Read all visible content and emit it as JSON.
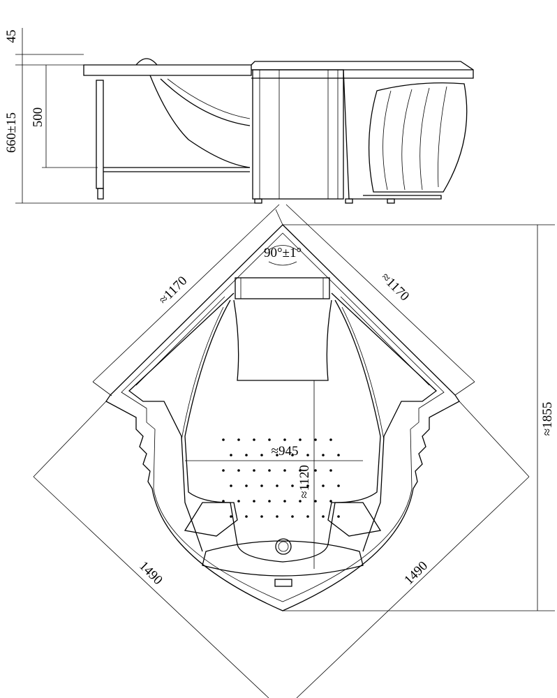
{
  "side_view": {
    "dim_rim": "45",
    "dim_seat": "500",
    "dim_height": "660±15"
  },
  "top_view": {
    "dim_side_left": "≈1170",
    "dim_side_right": "≈1170",
    "dim_angle": "90°±1°",
    "dim_inner_width": "≈945",
    "dim_inner_length": "≈1120",
    "dim_depth": "≈1855",
    "dim_diag_left": "1490",
    "dim_diag_right": "1490"
  }
}
